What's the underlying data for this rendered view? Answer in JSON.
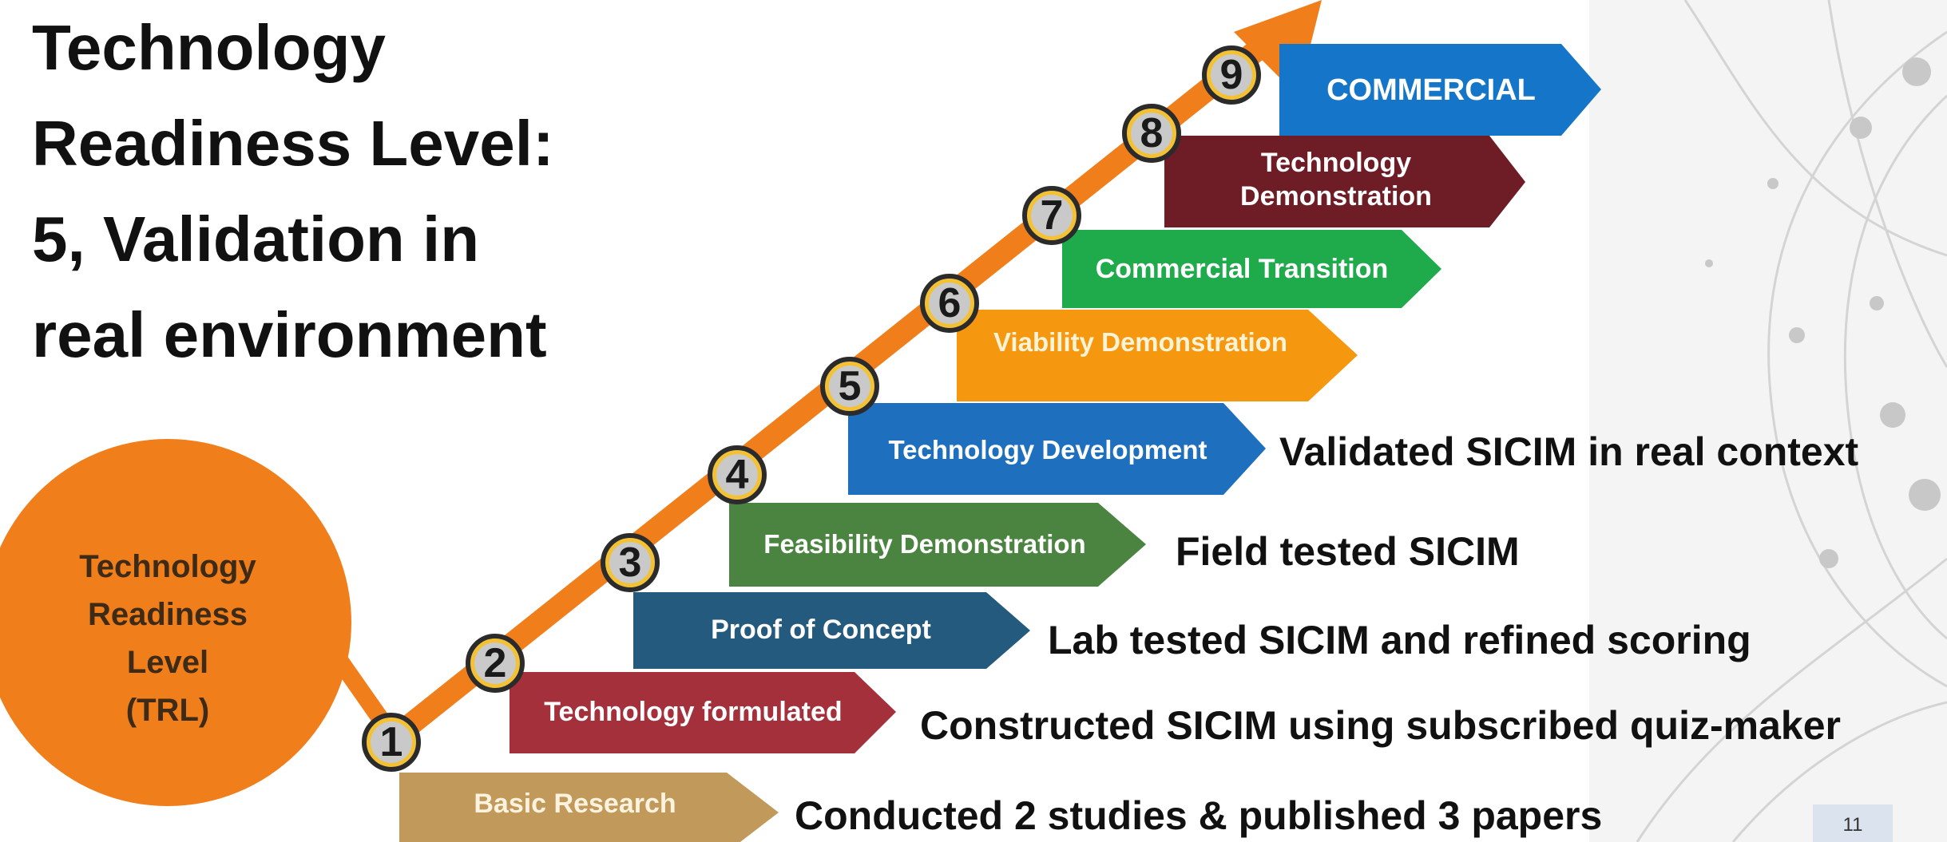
{
  "title_lines": [
    "Technology",
    "Readiness Level:",
    "5, Validation in",
    "real environment"
  ],
  "trl_circle": {
    "lines": [
      "Technology",
      "Readiness",
      "Level",
      "(TRL)"
    ]
  },
  "steps": [
    {
      "number": "1",
      "label": [
        "Basic Research"
      ],
      "color": "#c19a5b",
      "evidence": "Conducted 2 studies & published  3 papers"
    },
    {
      "number": "2",
      "label": [
        "Technology formulated"
      ],
      "color": "#a3303a",
      "evidence": "Constructed SICIM using subscribed quiz-maker"
    },
    {
      "number": "3",
      "label": [
        "Proof of Concept"
      ],
      "color": "#235a7e",
      "evidence": "Lab tested SICIM and refined scoring"
    },
    {
      "number": "4",
      "label": [
        "Feasibility Demonstration"
      ],
      "color": "#4b8440",
      "evidence": "Field tested SICIM"
    },
    {
      "number": "5",
      "label": [
        "Technology Development"
      ],
      "color": "#1f6fbf",
      "evidence": "Validated SICIM in real context"
    },
    {
      "number": "6",
      "label": [
        "Viability Demonstration"
      ],
      "color": "#f5970f",
      "evidence": ""
    },
    {
      "number": "7",
      "label": [
        "Commercial  Transition"
      ],
      "color": "#1faa4c",
      "evidence": ""
    },
    {
      "number": "8",
      "label": [
        "Technology",
        "Demonstration"
      ],
      "color": "#6e1c26",
      "evidence": ""
    },
    {
      "number": "9",
      "label": [
        "COMMERCIAL"
      ],
      "color": "#1576c9",
      "evidence": ""
    }
  ],
  "colors": {
    "arrow": "#f07f1b",
    "circle": "#f07f1b",
    "badge_ring": "#f3c131"
  },
  "page_number": "11"
}
